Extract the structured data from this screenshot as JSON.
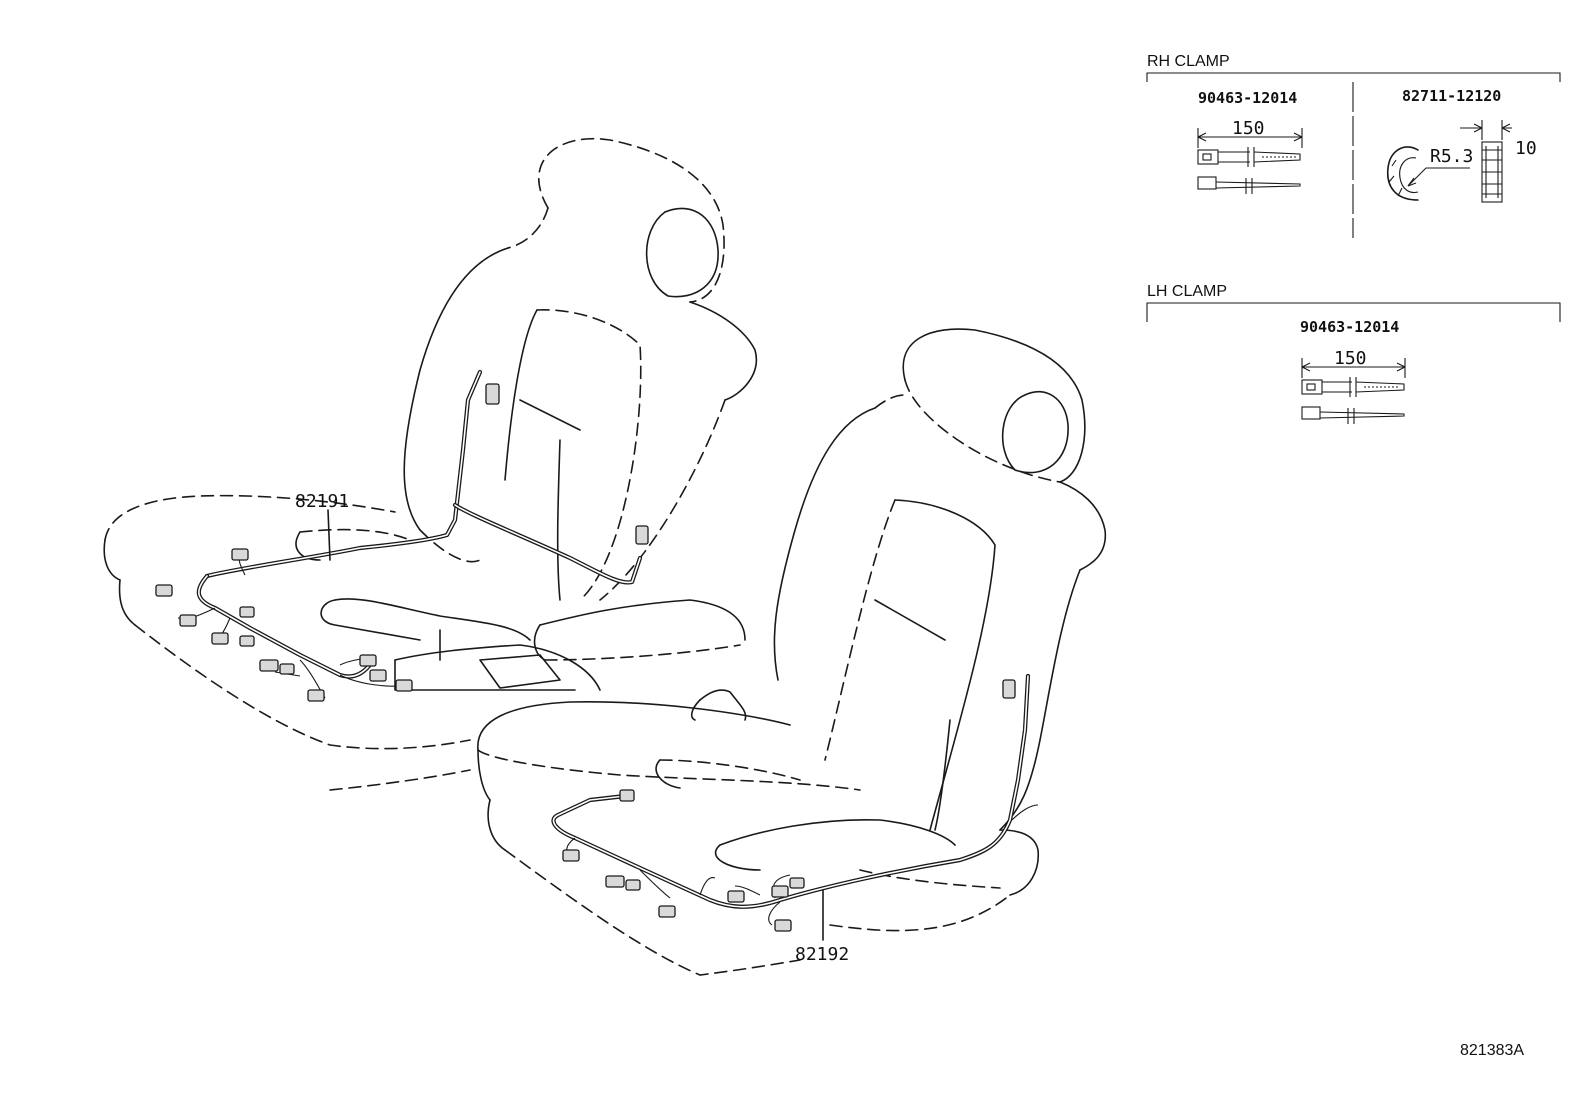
{
  "parts": {
    "seat_rh_harness": "82191",
    "seat_lh_harness": "82192"
  },
  "rh_clamp": {
    "header": "RH CLAMP",
    "items": [
      {
        "part_no": "90463-12014",
        "dimension": "150"
      },
      {
        "part_no": "82711-12120",
        "radius": "R5.3",
        "width": "10"
      }
    ]
  },
  "lh_clamp": {
    "header": "LH CLAMP",
    "items": [
      {
        "part_no": "90463-12014",
        "dimension": "150"
      }
    ]
  },
  "diagram_code": "821383A"
}
